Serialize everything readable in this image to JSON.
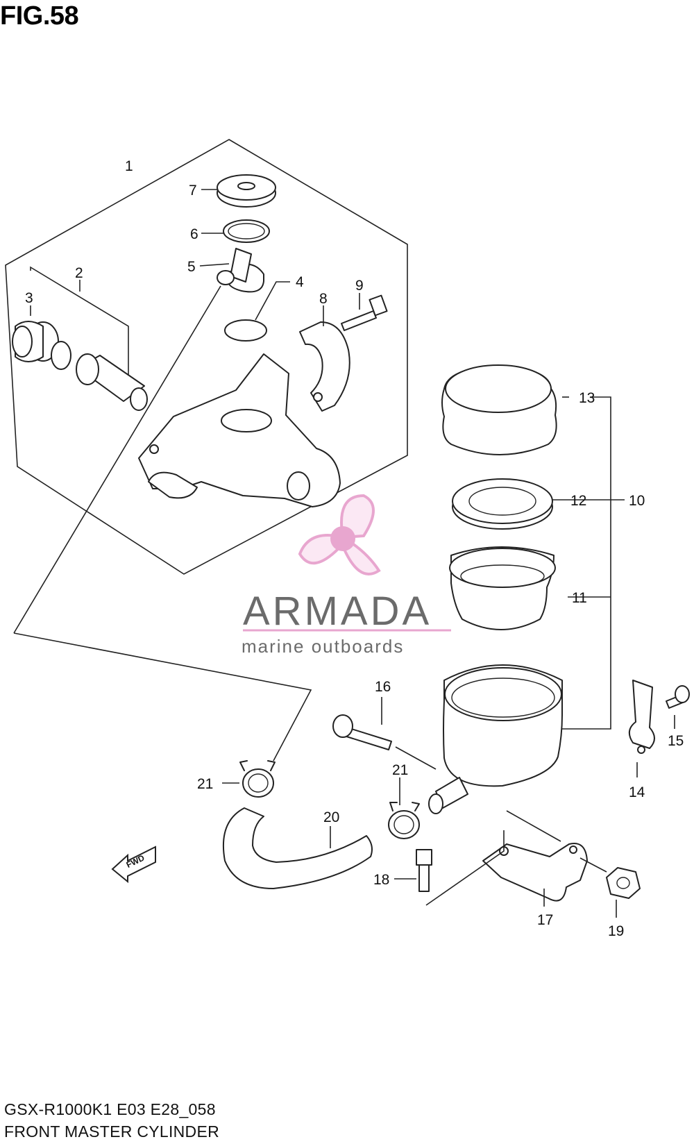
{
  "figure_title": "FIG.58",
  "footer": {
    "model_code": "GSX-R1000K1 E03 E28_058",
    "section_name": "FRONT MASTER CYLINDER"
  },
  "watermark": {
    "brand": "ARMADA",
    "tagline": "marine outboards",
    "colors": {
      "pink": "#e8a6cf",
      "text": "#6b6b6b"
    }
  },
  "part_labels": {
    "p1": "1",
    "p2": "2",
    "p3": "3",
    "p4": "4",
    "p5": "5",
    "p6": "6",
    "p7": "7",
    "p8": "8",
    "p9": "9",
    "p10": "10",
    "p11": "11",
    "p12": "12",
    "p13": "13",
    "p14": "14",
    "p15": "15",
    "p16": "16",
    "p17": "17",
    "p18": "18",
    "p19": "19",
    "p20": "20",
    "p21a": "21",
    "p21b": "21"
  },
  "direction_badge": "FWD"
}
